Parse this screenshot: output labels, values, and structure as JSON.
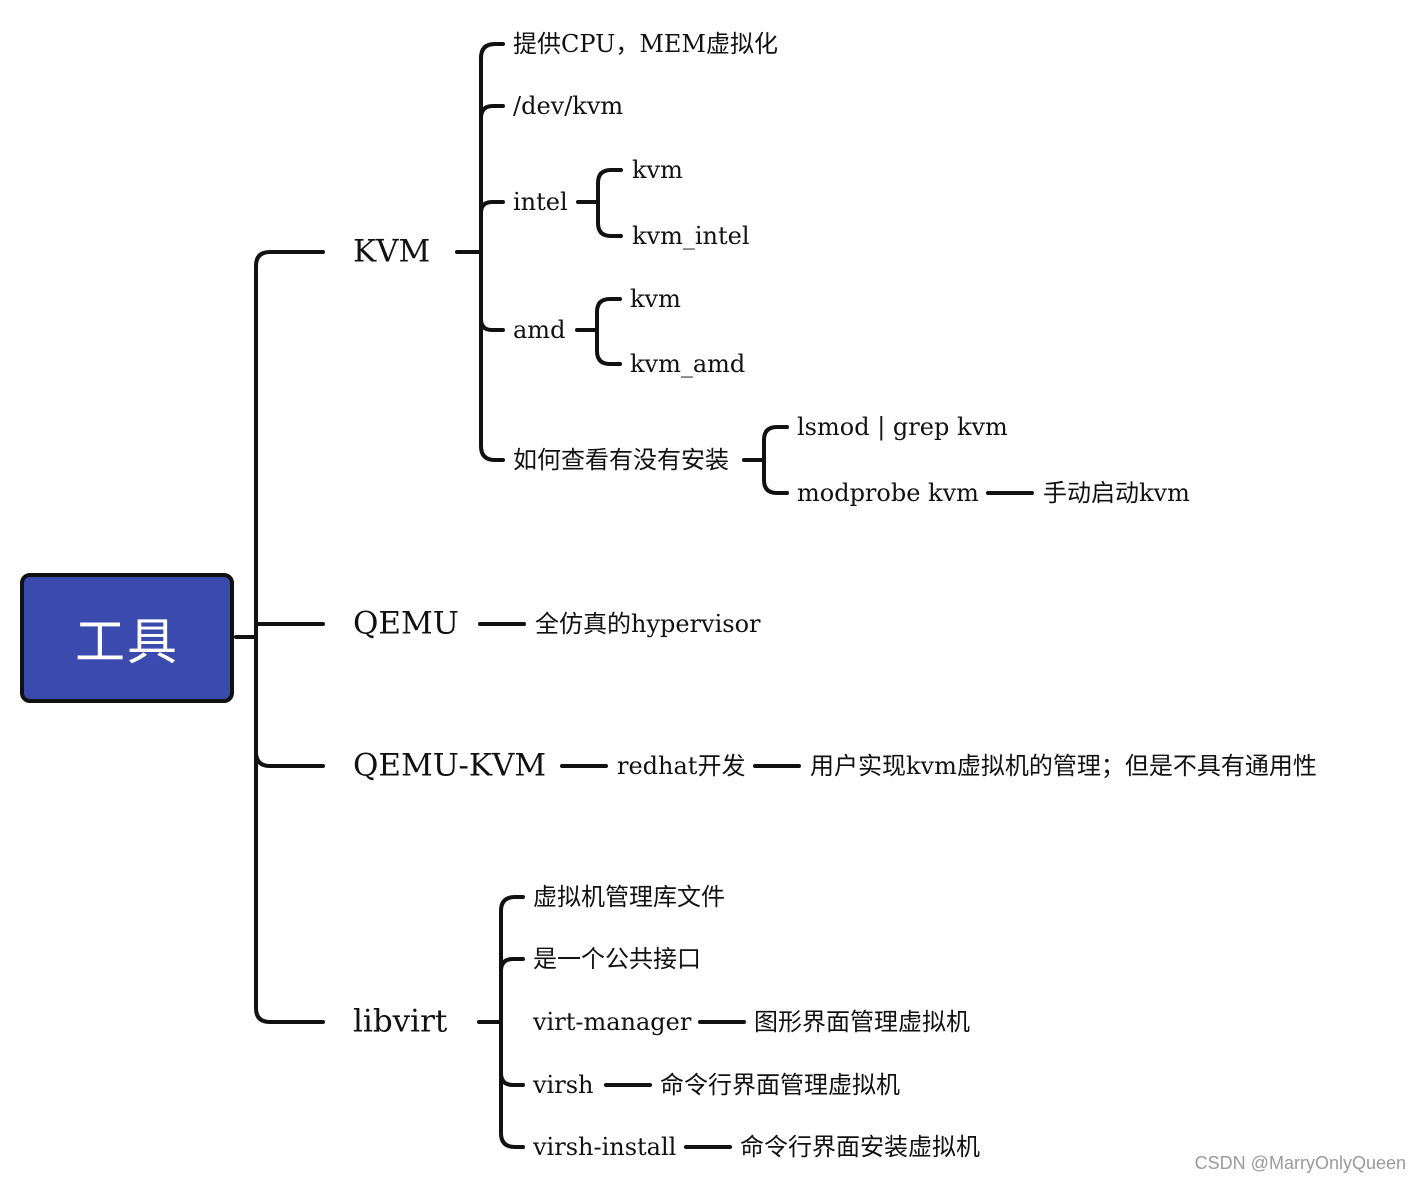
{
  "root": {
    "label": "工具"
  },
  "kvm": {
    "label": "KVM",
    "provides": "提供CPU，MEM虚拟化",
    "device": "/dev/kvm",
    "intel": {
      "label": "intel",
      "modules": [
        "kvm",
        "kvm_intel"
      ]
    },
    "amd": {
      "label": "amd",
      "modules": [
        "kvm",
        "kvm_amd"
      ]
    },
    "check": {
      "label": "如何查看有没有安装",
      "lsmod": "lsmod | grep kvm",
      "modprobe": "modprobe kvm",
      "modprobe_note": "手动启动kvm"
    }
  },
  "qemu": {
    "label": "QEMU",
    "desc": "全仿真的hypervisor"
  },
  "qemu_kvm": {
    "label": "QEMU-KVM",
    "dev": "redhat开发",
    "desc": "用户实现kvm虚拟机的管理；但是不具有通用性"
  },
  "libvirt": {
    "label": "libvirt",
    "lib": "虚拟机管理库文件",
    "api": "是一个公共接口",
    "virt_manager": {
      "label": "virt-manager",
      "desc": "图形界面管理虚拟机"
    },
    "virsh": {
      "label": "virsh",
      "desc": "命令行界面管理虚拟机"
    },
    "virsh_install": {
      "label": "virsh-install",
      "desc": "命令行界面安装虚拟机"
    }
  },
  "watermark": "CSDN @MarryOnlyQueen",
  "colors": {
    "root_fill": "#3a4aad",
    "line": "#111111"
  }
}
